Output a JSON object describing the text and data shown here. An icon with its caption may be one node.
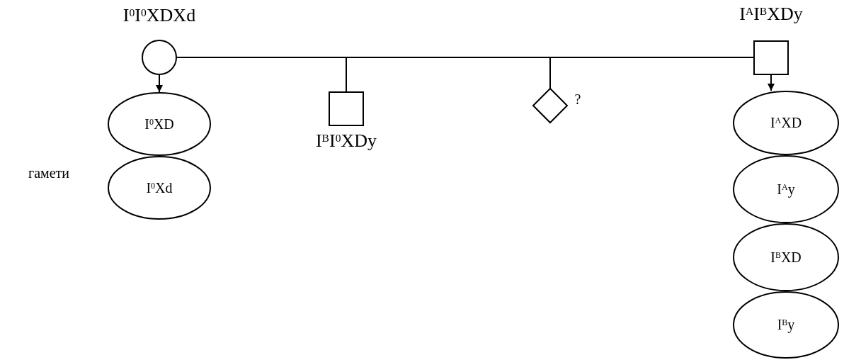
{
  "diagram": {
    "nodes": [
      {
        "text": [],
        "shape": "circle",
        "beside": [
          "I$^{0}$I$^{0}$XDXd"
        ]
      },
      {
        "text": [],
        "shape": "box",
        "beside": [
          "I$^{A}$I$^{B}$XDy"
        ]
      },
      {
        "text": [],
        "shape": "box",
        "beside": [
          "I$^{B}$I$^{0}$XDy"
        ]
      },
      {
        "text": [],
        "shape": "diamond",
        "beside": [
          "?"
        ]
      },
      {
        "text": [
          "I$^{0}$XD"
        ]
      },
      {
        "text": [
          "I$^{0}$Xd"
        ]
      },
      {
        "text": [
          "I$^{A}$XD"
        ]
      },
      {
        "text": [
          "I$^{A}$y"
        ]
      },
      {
        "text": [
          "I$^{B}$XD"
        ]
      },
      {
        "text": [
          "I$^{B}$y"
        ]
      }
    ],
    "edges": [
      {
        "from": 0,
        "to": 1,
        "arrow": "none"
      },
      {
        "from": 0,
        "to": 2,
        "arrow": "none"
      },
      {
        "from": 1,
        "to": 2,
        "arrow": "none"
      },
      {
        "from": 0,
        "to": 3,
        "arrow": "none"
      },
      {
        "from": 1,
        "to": 3,
        "arrow": "none"
      },
      {
        "from": 0,
        "to": 4,
        "arrow": "to"
      },
      {
        "from": 1,
        "to": 6,
        "arrow": "to"
      }
    ],
    "labels": [
      "гамети"
    ]
  }
}
